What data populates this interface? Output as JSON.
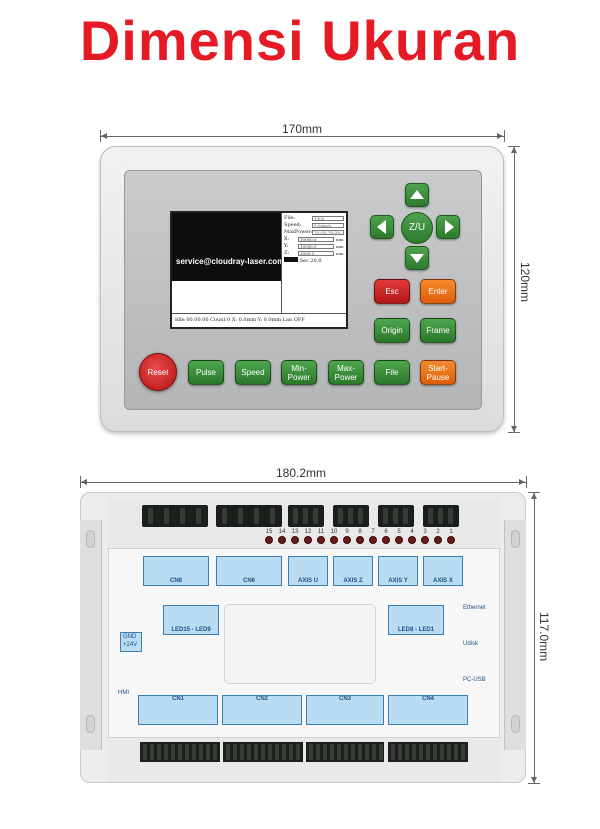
{
  "title": "Dimensi Ukuran",
  "dimensions": {
    "front_width": "170mm",
    "front_height": "120mm",
    "rear_width": "180.2mm",
    "rear_height": "117.0mm"
  },
  "lcd": {
    "email": "service@cloudray-laser.com",
    "file_label": "File:",
    "file_value": "1000",
    "speed_label": "Speed:",
    "speed_value": "0.0mm/s",
    "maxpower_label": "MaxPower:",
    "maxpower_value": "70.0% 70.0%",
    "x_label": "X:",
    "x_value": "10000.0",
    "y_label": "Y:",
    "y_value": "10000.0",
    "z_label": "Z:",
    "z_value": "3000.0",
    "unit": "mm",
    "last_value": "Sec 20.0",
    "status": "Idle  00.00.00 Count    0  X:     0.0mm  Y:    0.0mm    Lan OFF"
  },
  "pad": {
    "center": "Z/U"
  },
  "keys": {
    "reset": "Reset",
    "esc": "Esc",
    "enter": "Enter",
    "origin": "Origin",
    "frame": "Frame",
    "pulse": "Pulse",
    "speed": "Speed",
    "min_power": "Min-\nPower",
    "max_power": "Max-\nPower",
    "file": "File",
    "start_pause": "Start-\nPause"
  },
  "rear": {
    "led_numbers": [
      "15",
      "14",
      "13",
      "12",
      "11",
      "10",
      "9",
      "8",
      "7",
      "6",
      "5",
      "4",
      "3",
      "2",
      "1"
    ],
    "cn_labels": [
      "CN8",
      "CN6",
      "AXIS U",
      "AXIS Z",
      "AXIS Y",
      "AXIS X"
    ],
    "led_labels": [
      "LED15 - LED9",
      "LED8 - LED1"
    ],
    "ethernet": "Ethernet",
    "udisk": "Udisk",
    "pc_usb": "PC-USB",
    "hmi": "HMI",
    "bottom_cn": [
      "CN1",
      "CN2",
      "CN3",
      "CN4"
    ],
    "power": [
      "GND",
      "+24V"
    ]
  },
  "colors": {
    "title": "#e51a24",
    "key_green": "#3a8f3a",
    "key_red": "#cc2121",
    "key_orange": "#f07a1e",
    "label_blue": "#b9dcf2"
  }
}
